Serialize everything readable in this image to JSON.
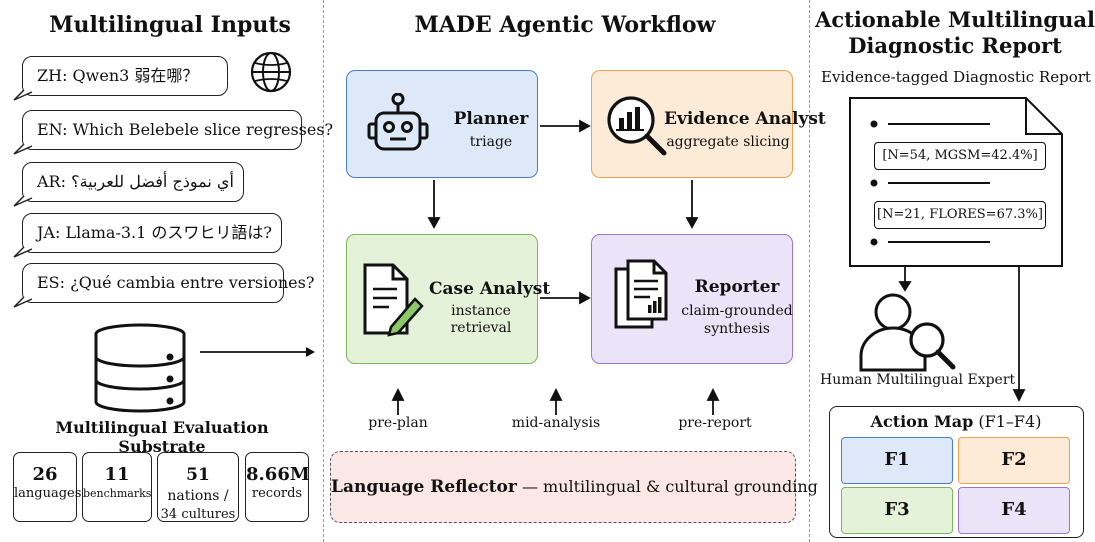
{
  "left": {
    "title": "Multilingual Inputs",
    "bubbles": [
      "ZH: Qwen3 弱在哪？",
      "EN: Which Belebele slice regresses?",
      "AR: أي نموذج أفضل للعربية؟",
      "JA: Llama-3.1 のスワヒリ語は?",
      "ES: ¿Qué cambia entre versiones?"
    ],
    "substrate_label": "Multilingual Evaluation Substrate",
    "stats": [
      {
        "num": "26",
        "label": "languages"
      },
      {
        "num": "11",
        "label": "benchmarks"
      },
      {
        "num": "51",
        "num_suffix": "nations /",
        "label": "34 cultures"
      },
      {
        "num": "8.66M",
        "label": "records"
      }
    ]
  },
  "middle": {
    "title": "MADE Agentic Workflow",
    "planner": {
      "name": "Planner",
      "sub": "triage"
    },
    "evidence": {
      "name": "Evidence Analyst",
      "sub": "aggregate slicing"
    },
    "case": {
      "name": "Case Analyst",
      "sub": "instance retrieval"
    },
    "reporter": {
      "name": "Reporter",
      "sub1": "claim-grounded",
      "sub2": "synthesis"
    },
    "checkpoints": [
      "pre-plan",
      "mid-analysis",
      "pre-report"
    ],
    "reflector": {
      "name": "Language Reflector",
      "dash": "—",
      "desc": "multilingual & cultural grounding"
    }
  },
  "right": {
    "title_line1": "Actionable Multilingual",
    "title_line2": "Diagnostic Report",
    "report_label": "Evidence-tagged Diagnostic Report",
    "tag1": "[N=54,  MGSM=42.4%]",
    "tag2": "[N=21,  FLORES=67.3%]",
    "expert_label": "Human Multilingual Expert",
    "action_map_title": "Action Map",
    "action_map_range": "(F1–F4)",
    "cells": [
      "F1",
      "F2",
      "F3",
      "F4"
    ]
  },
  "colors": {
    "planner_bg": "#dde9f8",
    "planner_border": "#4a7fc9",
    "evidence_bg": "#fdebd8",
    "evidence_border": "#e9a24f",
    "case_bg": "#e4f2da",
    "case_border": "#7db65e",
    "reporter_bg": "#ebe3f7",
    "reporter_border": "#9a77cf",
    "reflector_bg": "#fbe8e6",
    "reflector_border": "#555555"
  }
}
